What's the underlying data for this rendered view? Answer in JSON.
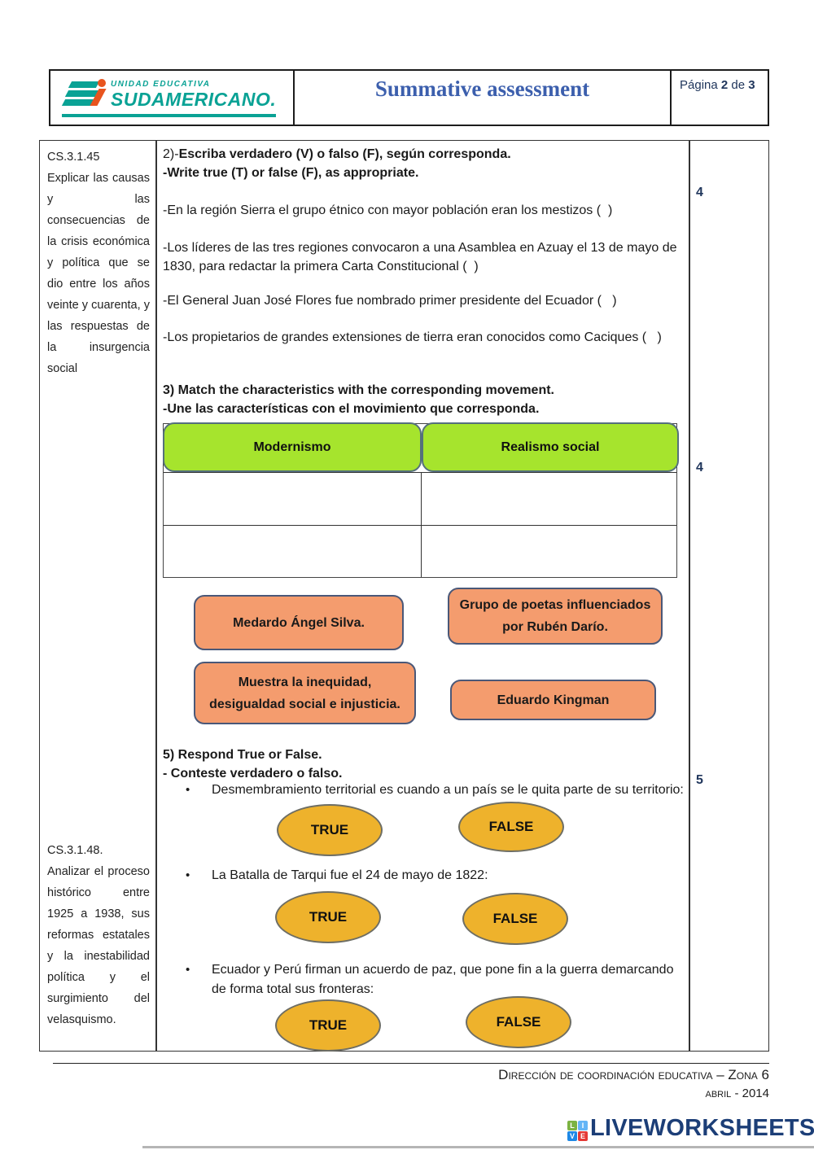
{
  "header": {
    "logo": {
      "line1": "UNIDAD EDUCATIVA",
      "line2": "SUDAMERICANO."
    },
    "title": "Summative assessment",
    "page": {
      "word1": "Página",
      "num1": "2",
      "word2": "de",
      "num2": "3"
    }
  },
  "left_column": {
    "block1": {
      "code": "CS.3.1.45",
      "text": "Explicar las causas y las consecuencias de la crisis económica y política que se dio entre los años veinte y cuarenta, y las respuestas de la insurgencia social"
    },
    "block2": {
      "code": "CS.3.1.48.",
      "text": "Analizar el proceso histórico entre 1925 a 1938, sus reformas estatales y la inestabilidad política y el surgimiento del velasquismo."
    }
  },
  "points": {
    "q2": "4",
    "q3": "4",
    "q5": "5"
  },
  "q2": {
    "number_prefix": "2)-",
    "title_es": "Escriba verdadero (V) o falso (F), según corresponda.",
    "title_en": "-Write true (T) or false (F), as appropriate.",
    "statements": [
      "-En la región Sierra el grupo étnico con mayor población eran los mestizos (  )",
      "-Los líderes de las tres regiones convocaron a una Asamblea en Azuay el 13 de mayo de 1830, para redactar la primera Carta Constitucional (  )",
      "-El General Juan José Flores fue nombrado primer presidente del Ecuador (   )",
      "-Los propietarios de grandes extensiones de tierra eran conocidos como Caciques (   )"
    ]
  },
  "q3": {
    "title_en": "3) Match the characteristics with the corresponding movement.",
    "title_es": "-Une las características con el movimiento que corresponda.",
    "columns": [
      "Modernismo",
      "Realismo social"
    ],
    "cards": [
      "Medardo Ángel Silva.",
      "Grupo de poetas influenciados por Rubén Darío.",
      "Muestra la inequidad, desigualdad social e injusticia.",
      "Eduardo Kingman"
    ]
  },
  "q5": {
    "title_en": "5) Respond True or False.",
    "title_es": "- Conteste verdadero o falso.",
    "bullet_glyph": "•",
    "items": [
      {
        "text": "Desmembramiento territorial es cuando a un país se le quita parte de su territorio:",
        "true_label": "TRUE",
        "false_label": "FALSE"
      },
      {
        "text": "La Batalla de Tarqui fue el 24 de mayo de 1822:",
        "true_label": "TRUE",
        "false_label": "FALSE"
      },
      {
        "text": "Ecuador y Perú firman un acuerdo de paz, que pone fin a la guerra demarcando de forma total sus fronteras:",
        "true_label": "TRUE",
        "false_label": "FALSE"
      }
    ]
  },
  "footer": {
    "line1": "Dirección de coordinación educativa – Zona 6",
    "line2": "abril - 2014",
    "brand": {
      "grid": [
        "L",
        "I",
        "V",
        "E"
      ],
      "name": "LIVEWORKSHEETS"
    }
  },
  "colors": {
    "accent_teal": "#0aa295",
    "accent_orange_logo": "#e8541e",
    "title_blue": "#3c5fad",
    "match_green": "#a6e42d",
    "card_orange": "#f49c6e",
    "oval_yellow": "#eeb22c",
    "brand_navy": "#1c3e77"
  }
}
